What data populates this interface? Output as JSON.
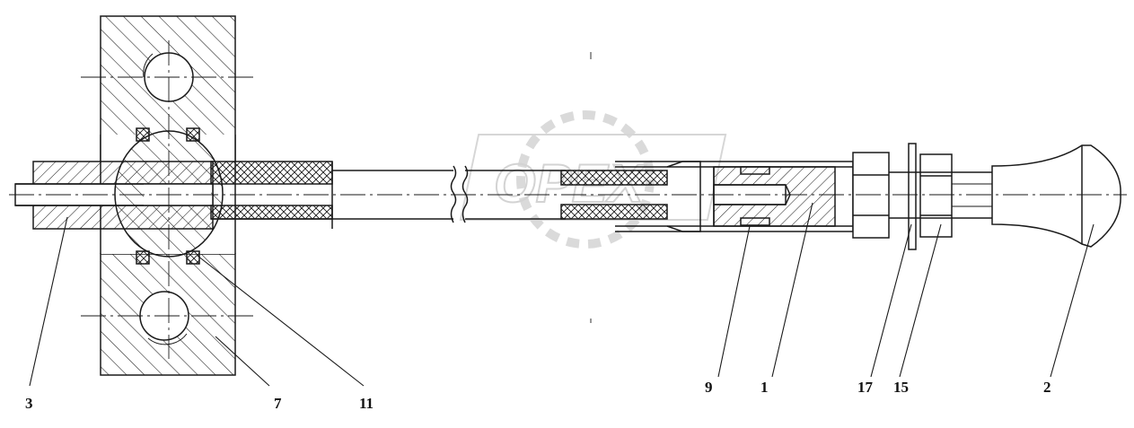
{
  "callouts": [
    {
      "id": "3",
      "text": "3"
    },
    {
      "id": "7",
      "text": "7"
    },
    {
      "id": "11",
      "text": "11"
    },
    {
      "id": "9",
      "text": "9"
    },
    {
      "id": "1",
      "text": "1"
    },
    {
      "id": "17",
      "text": "17"
    },
    {
      "id": "15",
      "text": "15"
    },
    {
      "id": "2",
      "text": "2"
    }
  ],
  "watermark": {
    "text": "OPEX"
  },
  "colors": {
    "line": "#1a1a1a",
    "watermark": "#cfcfcf",
    "background": "#ffffff"
  }
}
